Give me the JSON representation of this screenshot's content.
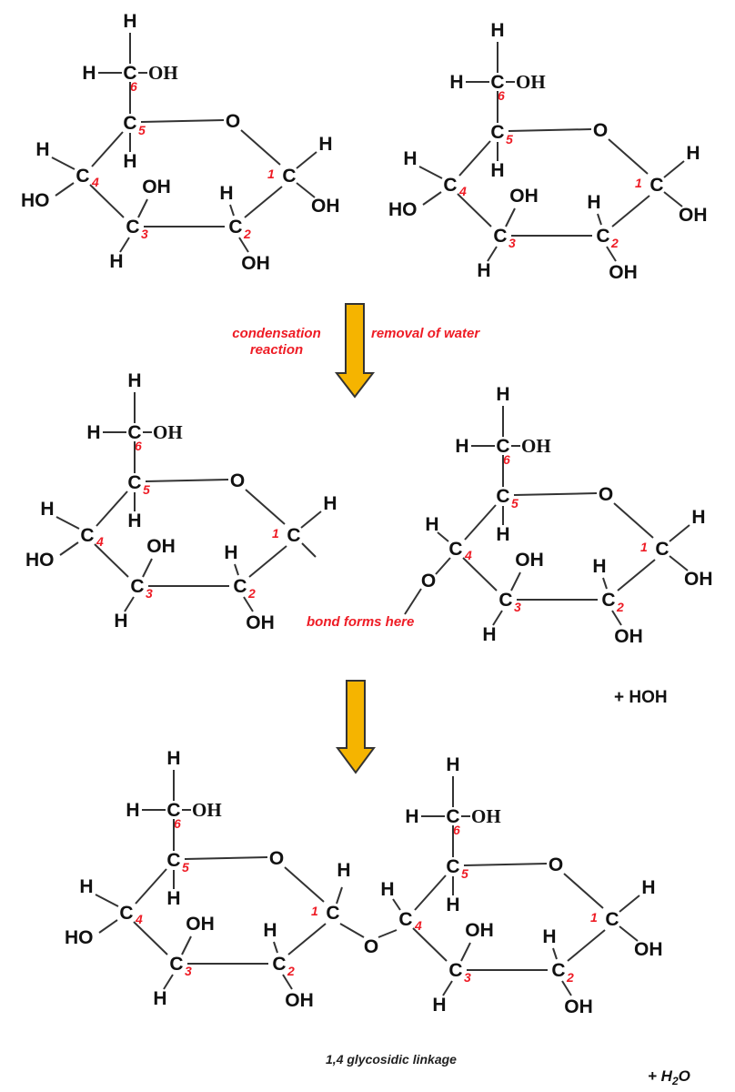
{
  "colors": {
    "bond": "#333333",
    "atom": "#111111",
    "carbon_number": "#ee1c25",
    "annotation": "#ee1c25",
    "arrow_fill": "#f5b400",
    "arrow_outline": "#333333",
    "background": "#ffffff"
  },
  "atoms": {
    "carbon": "C",
    "oxygen": "O",
    "hydrogen": "H",
    "hydroxyl_right": "OH",
    "hydroxyl_left": "HO"
  },
  "carbon_numbers": [
    "1",
    "2",
    "3",
    "4",
    "5",
    "6"
  ],
  "annotations": {
    "condensation_line1": "condensation",
    "condensation_line2": "reaction",
    "removal_of_water": "removal of water",
    "bond_forms_here": "bond forms here"
  },
  "products": {
    "water_as_hoh": "+ HOH",
    "linkage_caption": "1,4 glycosidic linkage",
    "water_plus": "+ H",
    "water_sub": "2",
    "water_o": "O"
  }
}
